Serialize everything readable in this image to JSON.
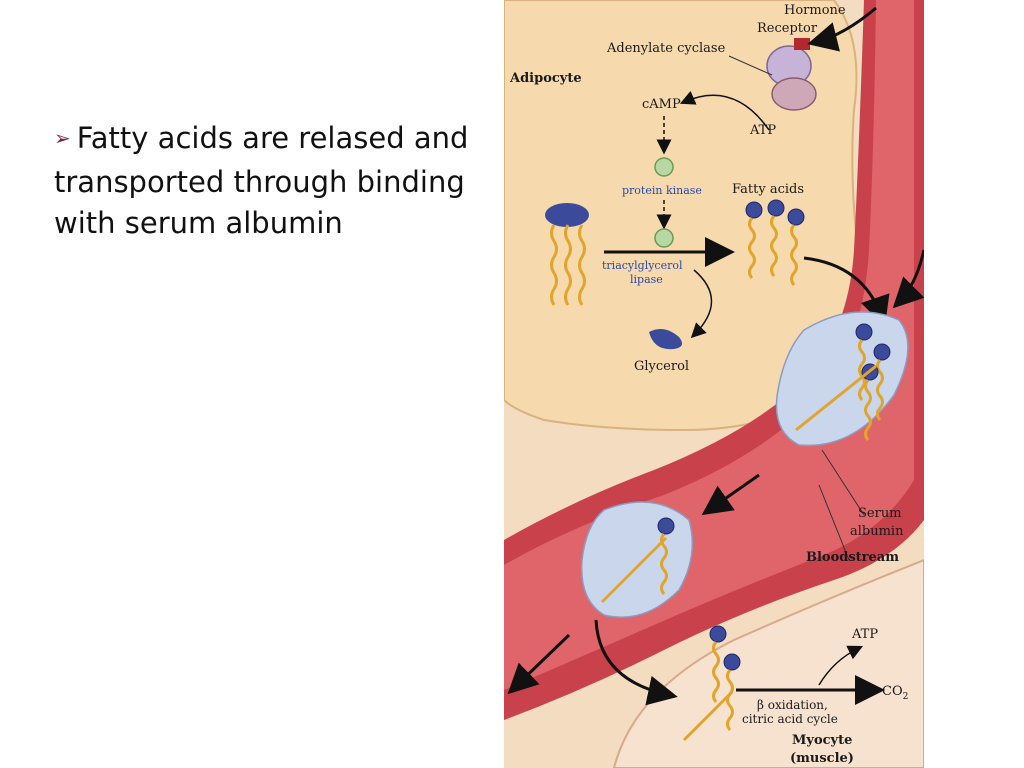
{
  "slide": {
    "bullet_text": "Fatty acids are relased and transported through binding with serum albumin"
  },
  "figure": {
    "labels": {
      "hormone": "Hormone",
      "receptor": "Receptor",
      "adenylate_cyclase": "Adenylate cyclase",
      "adipocyte": "Adipocyte",
      "camp": "cAMP",
      "atp_top": "ATP",
      "protein_kinase": "protein kinase",
      "fatty_acids": "Fatty acids",
      "tag_lipase_1": "triacylglycerol",
      "tag_lipase_2": "lipase",
      "glycerol": "Glycerol",
      "serum_albumin_1": "Serum",
      "serum_albumin_2": "albumin",
      "bloodstream": "Bloodstream",
      "atp_bottom": "ATP",
      "co2": "CO",
      "co2_sub": "2",
      "beta_oxidation": "β oxidation,",
      "citric_acid_cycle": "citric acid cycle",
      "myocyte_1": "Myocyte",
      "myocyte_2": "(muscle)"
    },
    "colors": {
      "adipocyte_fill": "#f6d9ac",
      "vessel_wall": "#c9414b",
      "vessel_lumen": "#e0656a",
      "myocyte_fill": "#f7e1cf",
      "albumin_fill": "#c9d6ec",
      "fatty_acid_head": "#3b4a9a",
      "fatty_acid_tail": "#e0a52a"
    }
  }
}
